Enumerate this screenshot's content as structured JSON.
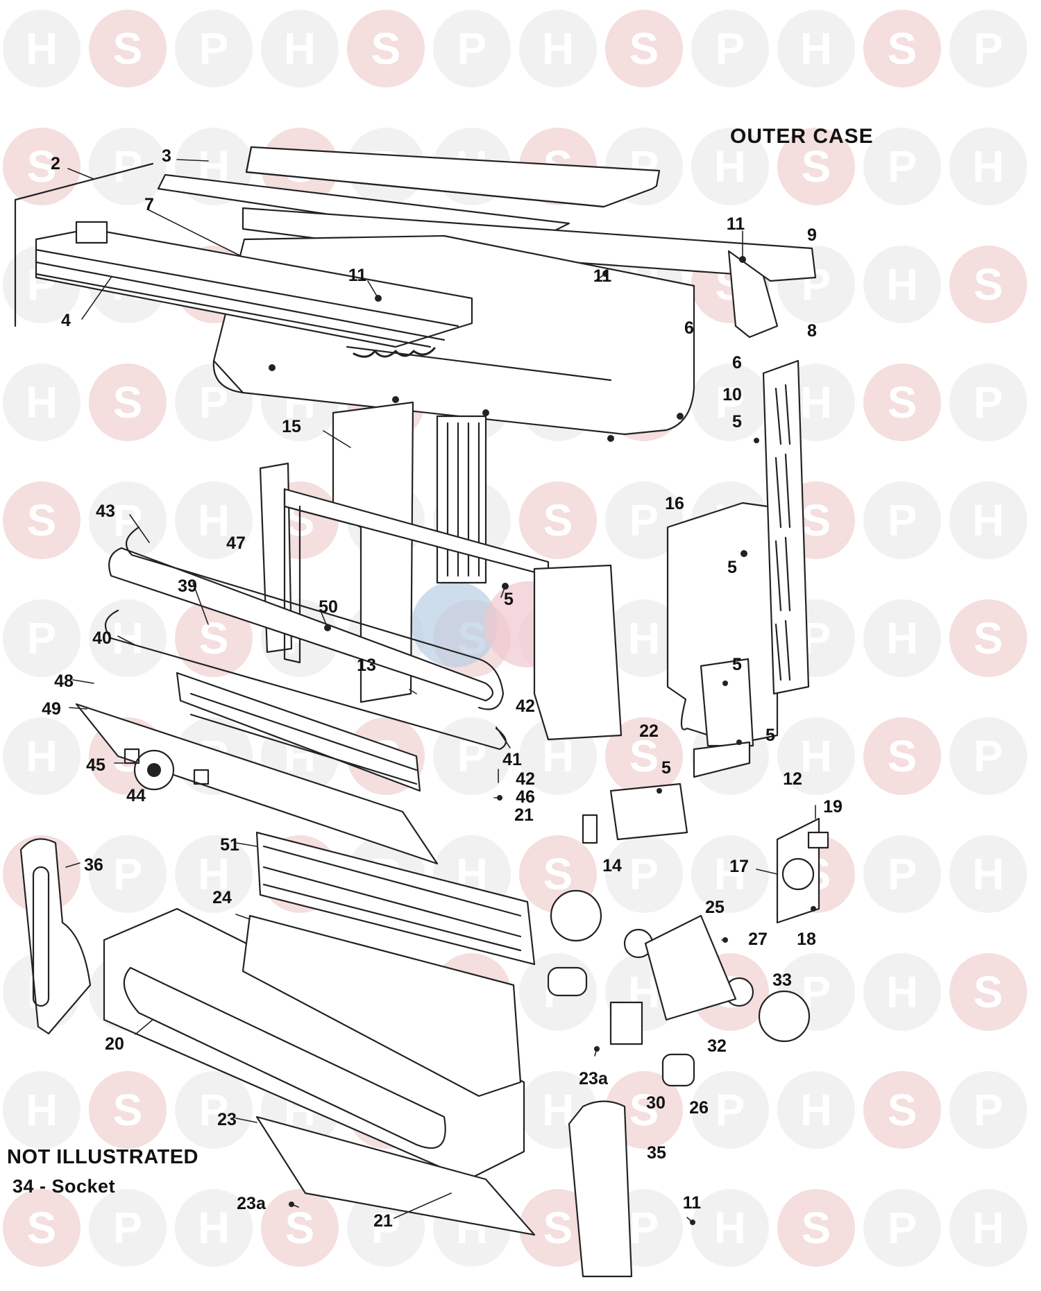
{
  "title": "OUTER CASE",
  "watermark": {
    "letters": [
      "H",
      "S",
      "P"
    ],
    "circle_color": "#f1f1f1",
    "accent_color": "#f4dede",
    "letter_color": "#ffffff",
    "centre_logo_colors": [
      "#b9cfe4",
      "#efc8cf"
    ]
  },
  "not_illustrated": {
    "heading": "NOT ILLUSTRATED",
    "items": [
      "34 - Socket"
    ]
  },
  "part_labels": [
    "2",
    "3",
    "4",
    "7",
    "11",
    "11",
    "11",
    "9",
    "8",
    "6",
    "6",
    "10",
    "5",
    "15",
    "16",
    "47",
    "43",
    "39",
    "50",
    "5",
    "40",
    "48",
    "49",
    "13",
    "42",
    "41",
    "42",
    "46",
    "21",
    "45",
    "44",
    "22",
    "5",
    "5",
    "5",
    "5",
    "12",
    "19",
    "17",
    "18",
    "14",
    "51",
    "36",
    "24",
    "25",
    "27",
    "33",
    "20",
    "32",
    "23a",
    "30",
    "26",
    "23",
    "35",
    "23a",
    "11",
    "21"
  ],
  "line_color": "#222222"
}
